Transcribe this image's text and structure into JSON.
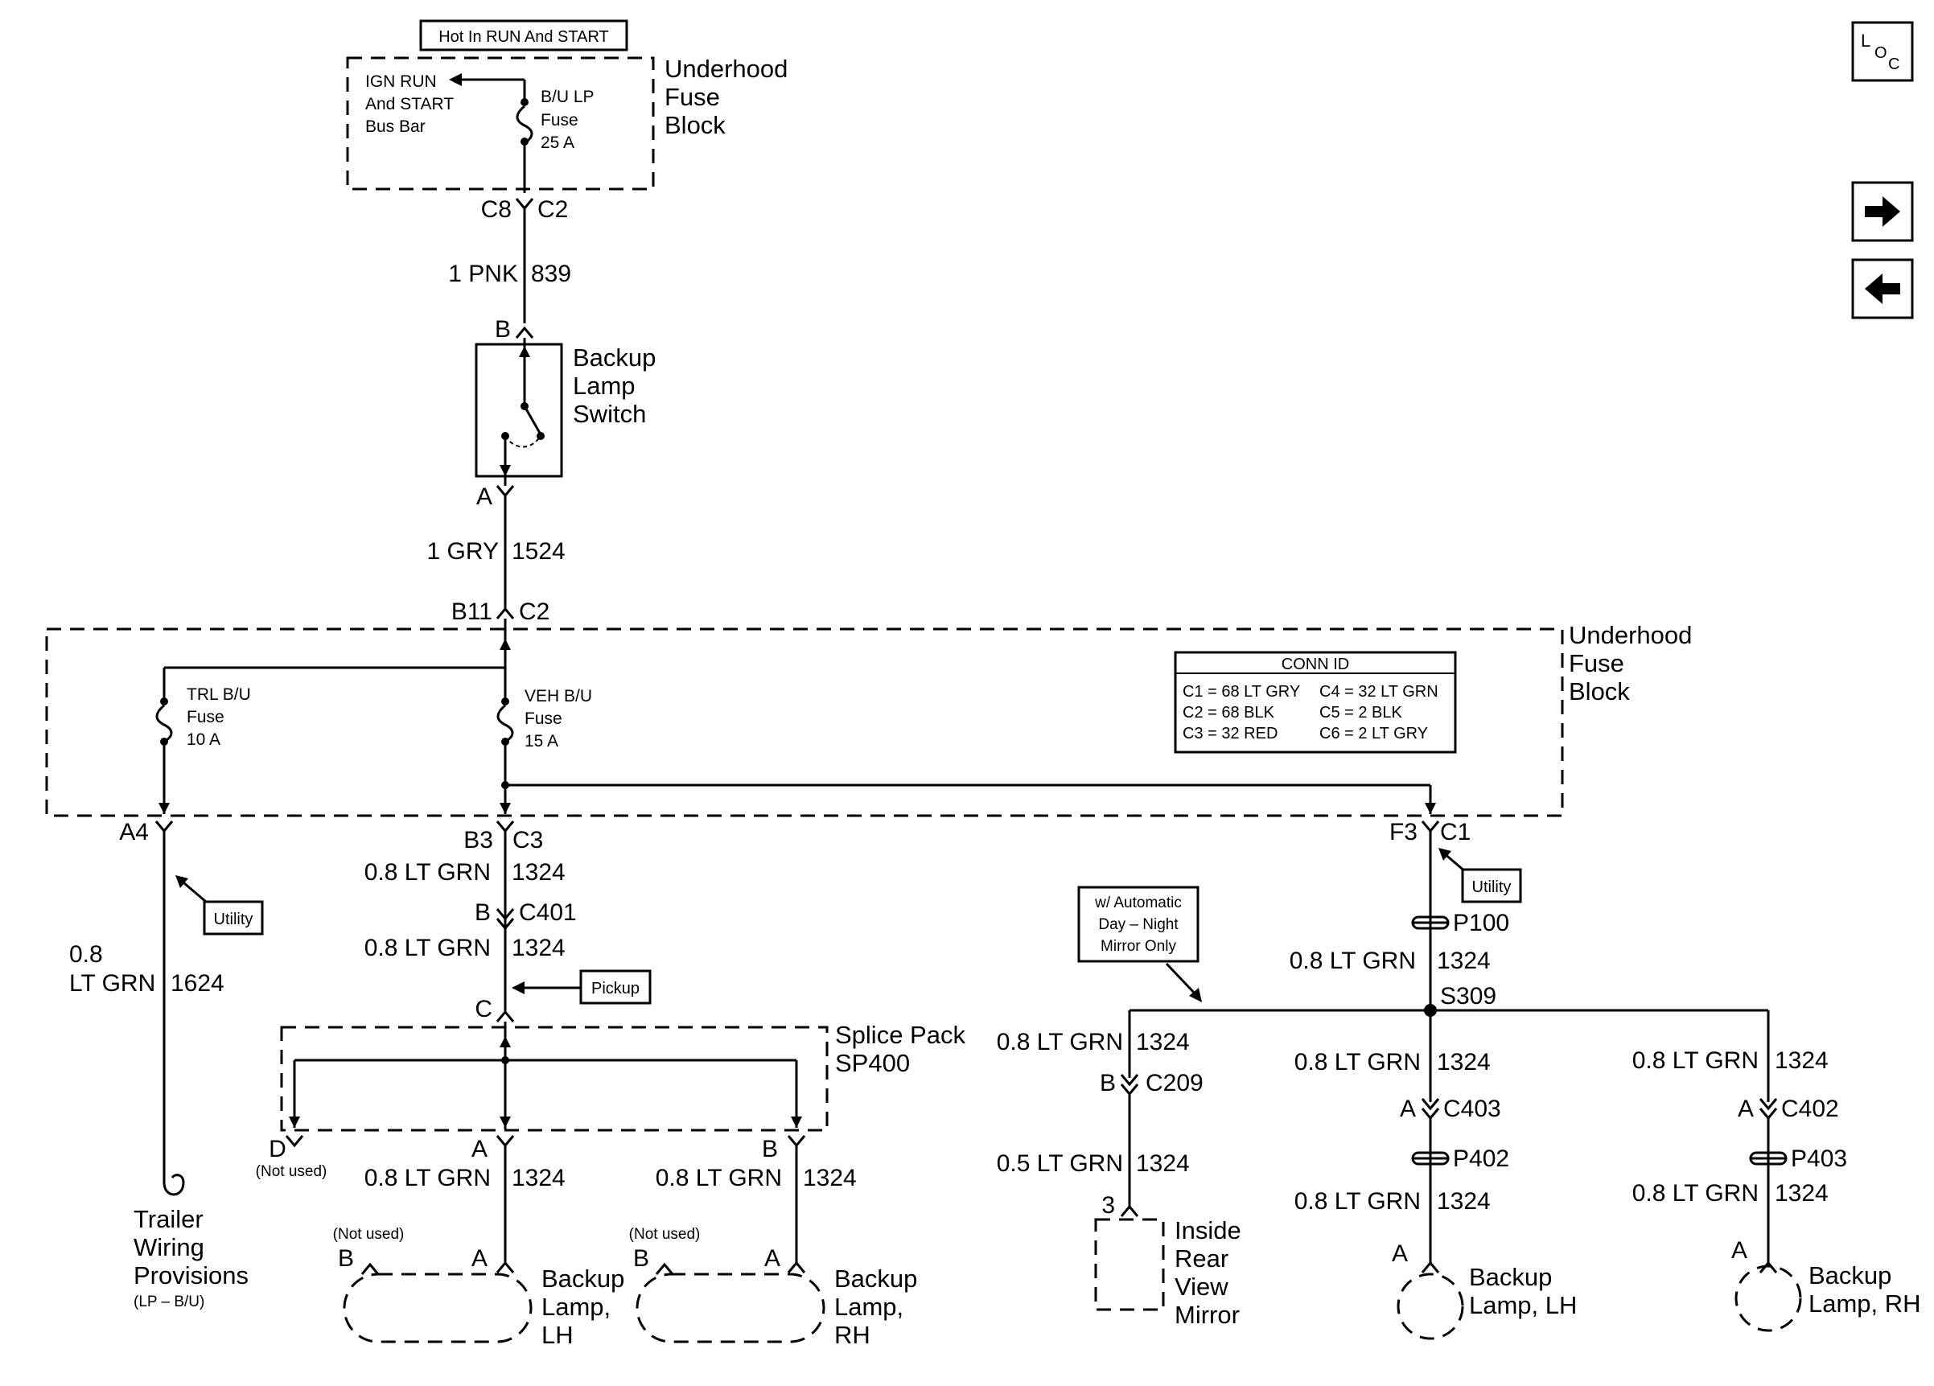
{
  "top_fuse": {
    "hot_label": "Hot In RUN And START",
    "bus_bar": [
      "IGN RUN",
      "And START",
      "Bus Bar"
    ],
    "fuse": [
      "B/U LP",
      "Fuse",
      "25 A"
    ],
    "block_name": [
      "Underhood",
      "Fuse",
      "Block"
    ],
    "conn_left": "C8",
    "conn_right": "C2"
  },
  "wire_839": {
    "gauge_color": "1 PNK",
    "circuit": "839"
  },
  "switch": {
    "pin_top": "B",
    "pin_bottom": "A",
    "name": [
      "Backup",
      "Lamp",
      "Switch"
    ]
  },
  "wire_1524": {
    "gauge_color": "1 GRY",
    "circuit": "1524"
  },
  "mid_fuse": {
    "conn_left": "B11",
    "conn_right": "C2",
    "trl_fuse": [
      "TRL B/U",
      "Fuse",
      "10 A"
    ],
    "veh_fuse": [
      "VEH B/U",
      "Fuse",
      "15 A"
    ],
    "block_name": [
      "Underhood",
      "Fuse",
      "Block"
    ],
    "conn_id": {
      "title": "CONN ID",
      "left": [
        "C1 = 68 LT GRY",
        "C2 = 68 BLK",
        "C3 = 32 RED"
      ],
      "right": [
        "C4 = 32 LT GRN",
        "C5 = 2 BLK",
        "C6 = 2 LT GRY"
      ]
    }
  },
  "trailer": {
    "pin": "A4",
    "utility": "Utility",
    "wire_gauge": "0.8",
    "wire_color": "LT GRN",
    "circuit": "1624",
    "name": [
      "Trailer",
      "Wiring",
      "Provisions"
    ],
    "sub": "(LP – B/U)"
  },
  "center_branch": {
    "pin_left": "B3",
    "pin_right": "C3",
    "wire1": {
      "gauge_color": "0.8 LT GRN",
      "circuit": "1324"
    },
    "c401_pin": "B",
    "c401": "C401",
    "wire2": {
      "gauge_color": "0.8 LT GRN",
      "circuit": "1324"
    },
    "pickup": "Pickup",
    "splice_in": "C",
    "splice_name": [
      "Splice Pack",
      "SP400"
    ],
    "pin_d": "D",
    "not_used": "(Not used)",
    "pin_a": "A",
    "pin_b": "B",
    "wire_lh": {
      "gauge_color": "0.8 LT GRN",
      "circuit": "1324"
    },
    "wire_rh": {
      "gauge_color": "0.8 LT GRN",
      "circuit": "1324"
    },
    "lamp_lh": {
      "pin_b": "B",
      "pin_a": "A",
      "not_used": "(Not used)",
      "name": [
        "Backup",
        "Lamp,",
        "LH"
      ]
    },
    "lamp_rh": {
      "pin_b": "B",
      "pin_a": "A",
      "not_used": "(Not used)",
      "name": [
        "Backup",
        "Lamp,",
        "RH"
      ]
    }
  },
  "right_branch": {
    "pin_left": "F3",
    "pin_right": "C1",
    "utility": "Utility",
    "p100": "P100",
    "wire": {
      "gauge_color": "0.8 LT GRN",
      "circuit": "1324"
    },
    "splice": "S309",
    "mirror_note": [
      "w/ Automatic",
      "Day – Night",
      "Mirror Only"
    ],
    "mirror": {
      "wire1": {
        "gauge_color": "0.8 LT GRN",
        "circuit": "1324"
      },
      "pin": "B",
      "conn": "C209",
      "wire2": {
        "gauge_color": "0.5 LT GRN",
        "circuit": "1324"
      },
      "terminal": "3",
      "name": [
        "Inside",
        "Rear",
        "View",
        "Mirror"
      ]
    },
    "lh": {
      "wire1": {
        "gauge_color": "0.8 LT GRN",
        "circuit": "1324"
      },
      "pin": "A",
      "conn": "C403",
      "plug": "P402",
      "wire2": {
        "gauge_color": "0.8 LT GRN",
        "circuit": "1324"
      },
      "lamp_pin": "A",
      "name": [
        "Backup",
        "Lamp, LH"
      ]
    },
    "rh": {
      "wire1": {
        "gauge_color": "0.8 LT GRN",
        "circuit": "1324"
      },
      "pin": "A",
      "conn": "C402",
      "plug": "P403",
      "wire2": {
        "gauge_color": "0.8 LT GRN",
        "circuit": "1324"
      },
      "lamp_pin": "A",
      "name": [
        "Backup",
        "Lamp, RH"
      ]
    }
  },
  "nav": {
    "loc_icon": "location-icon",
    "next_icon": "arrow-right-icon",
    "prev_icon": "arrow-left-icon"
  }
}
